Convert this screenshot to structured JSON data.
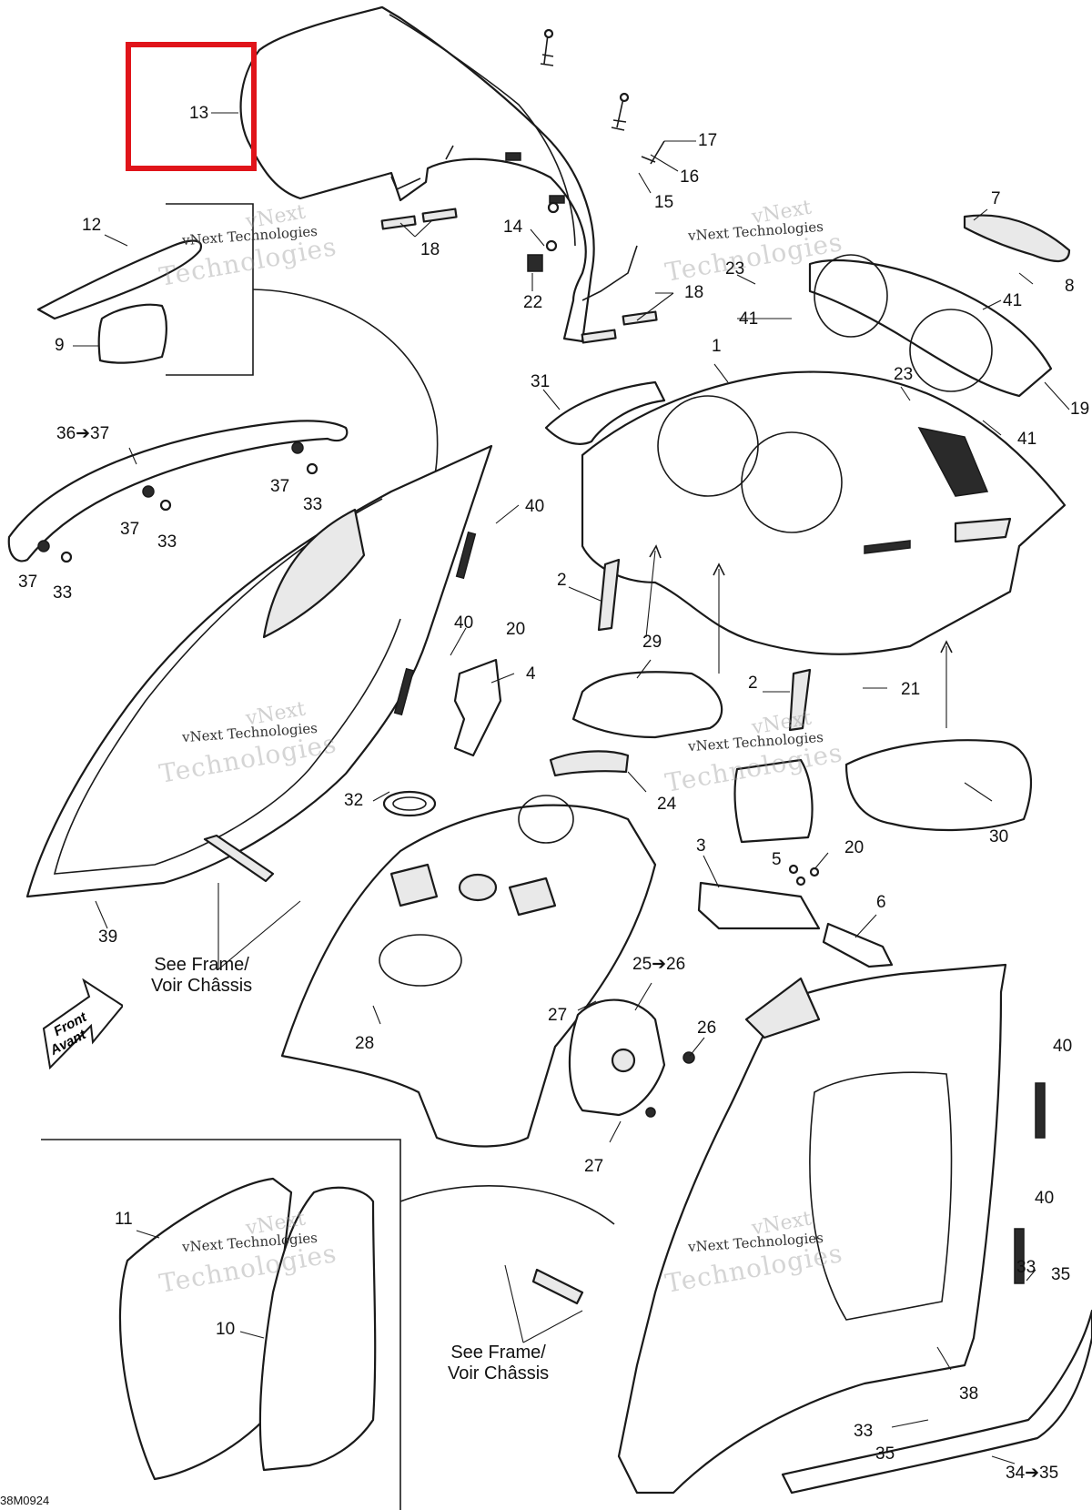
{
  "diagram_code": "38M0924",
  "watermark": {
    "line1": "vNext",
    "line2": "vNext Technologies",
    "line3": "Technologies"
  },
  "front_indicator": {
    "line1": "Front",
    "line2": "Avant"
  },
  "notes": {
    "see_frame_1_line1": "See Frame/",
    "see_frame_1_line2": "Voir Châssis",
    "see_frame_2_line1": "See Frame/",
    "see_frame_2_line2": "Voir Châssis"
  },
  "highlight_color": "#e0141a",
  "labels": {
    "n13": "13",
    "n12": "12",
    "n9": "9",
    "n18a": "18",
    "n18b": "18",
    "n14": "14",
    "n22": "22",
    "n17": "17",
    "n16": "16",
    "n15": "15",
    "n7": "7",
    "n8": "8",
    "n23a": "23",
    "n23b": "23",
    "n41a": "41",
    "n41b": "41",
    "n41c": "41",
    "n19": "19",
    "n1": "1",
    "n31": "31",
    "n36_37": "36➔37",
    "n37a": "37",
    "n37b": "37",
    "n37c": "37",
    "n33a": "33",
    "n33b": "33",
    "n33c": "33",
    "n40a": "40",
    "n40b": "40",
    "n40c": "40",
    "n40d": "40",
    "n2a": "2",
    "n2b": "2",
    "n20a": "20",
    "n20b": "20",
    "n4": "4",
    "n29": "29",
    "n21": "21",
    "n30": "30",
    "n32": "32",
    "n24": "24",
    "n3": "3",
    "n5": "5",
    "n6": "6",
    "n39": "39",
    "n28": "28",
    "n25_26": "25➔26",
    "n27a": "27",
    "n27b": "27",
    "n26": "26",
    "n11": "11",
    "n10": "10",
    "n33d": "33",
    "n35a": "35",
    "n38": "38",
    "n33e": "33",
    "n35b": "35",
    "n34_35": "34➔35"
  }
}
